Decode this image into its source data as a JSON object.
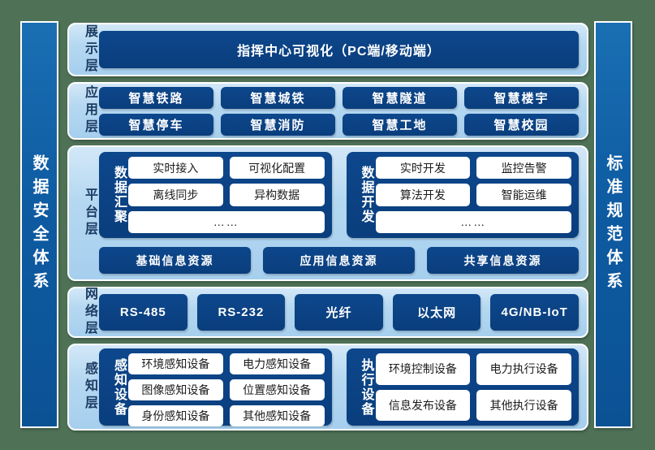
{
  "pillars": {
    "left": "数据安全体系",
    "right": "标准规范体系"
  },
  "layers": {
    "display": {
      "label": "展示层",
      "box": "指挥中心可视化（PC端/移动端）"
    },
    "application": {
      "label": "应用层",
      "items": [
        "智慧铁路",
        "智慧城铁",
        "智慧隧道",
        "智慧楼宇",
        "智慧停车",
        "智慧消防",
        "智慧工地",
        "智慧校园"
      ]
    },
    "platform": {
      "label": "平台层",
      "groups": [
        {
          "label": "数据汇聚",
          "chips": [
            "实时接入",
            "可视化配置",
            "离线同步",
            "异构数据",
            "……"
          ]
        },
        {
          "label": "数据开发",
          "chips": [
            "实时开发",
            "监控告警",
            "算法开发",
            "智能运维",
            "……"
          ]
        }
      ],
      "resources": [
        "基础信息资源",
        "应用信息资源",
        "共享信息资源"
      ]
    },
    "network": {
      "label": "网络层",
      "items": [
        "RS-485",
        "RS-232",
        "光纤",
        "以太网",
        "4G/NB-IoT"
      ]
    },
    "perception": {
      "label": "感知层",
      "groups": [
        {
          "label": "感知设备",
          "chips": [
            "环境感知设备",
            "电力感知设备",
            "图像感知设备",
            "位置感知设备",
            "身份感知设备",
            "其他感知设备"
          ]
        },
        {
          "label": "执行设备",
          "chips": [
            "环境控制设备",
            "电力执行设备",
            "信息发布设备",
            "其他执行设备"
          ]
        }
      ]
    }
  },
  "colors": {
    "background_green": "#4f7257",
    "pillar_blue": "#0e5ba2",
    "panel_light_blue": "#b5d8f1",
    "box_navy": "#0a3e7d",
    "chip_white": "#ffffff",
    "label_navy": "#1d3c64"
  }
}
